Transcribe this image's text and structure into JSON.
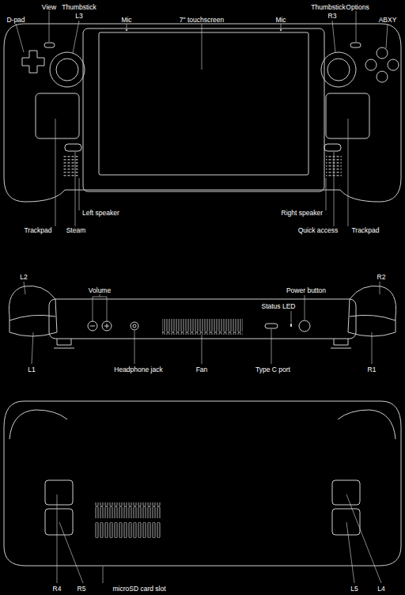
{
  "diagram": {
    "labels": [
      "D-pad",
      "View",
      "Thumbstick",
      "L3",
      "Mic",
      "7\" touchscreen",
      "Mic",
      "Thumbstick",
      "R3",
      "Options",
      "ABXY",
      "Left speaker",
      "Right speaker",
      "Trackpad",
      "Steam",
      "Quick access",
      "Trackpad",
      "L2",
      "Volume",
      "Status LED",
      "Power button",
      "R2",
      "L1",
      "Headphone jack",
      "Fan",
      "Type C port",
      "R1",
      "R4",
      "R5",
      "microSD card slot",
      "L5",
      "L4"
    ]
  }
}
